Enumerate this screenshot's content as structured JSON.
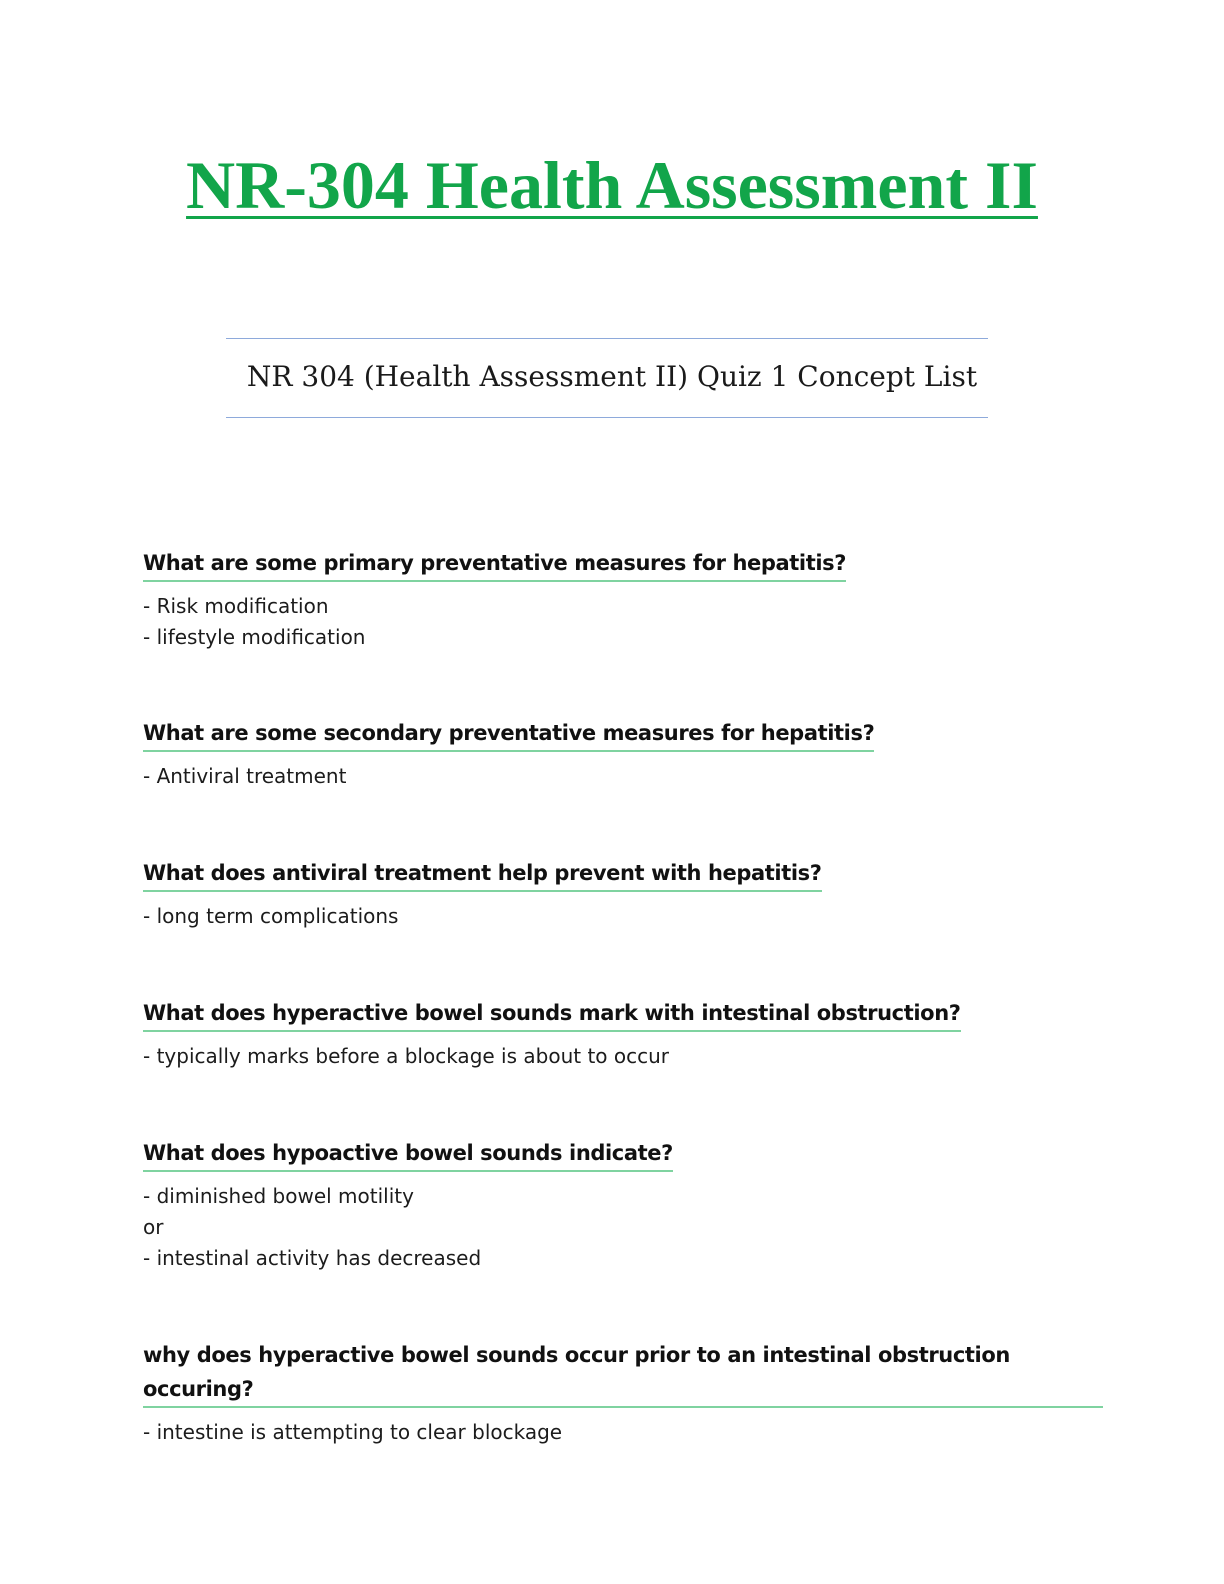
{
  "document": {
    "title": "NR-304 Health Assessment II",
    "subtitle": "NR 304 (Health Assessment II) Quiz 1 Concept List"
  },
  "qa": [
    {
      "question": "What are some primary preventative measures for hepatitis?",
      "answers": [
        "- Risk modification",
        "- lifestyle modification"
      ]
    },
    {
      "question": "What are some secondary preventative measures for hepatitis?",
      "answers": [
        "- Antiviral treatment"
      ]
    },
    {
      "question": "What does antiviral treatment help prevent with hepatitis?",
      "answers": [
        "- long term complications"
      ]
    },
    {
      "question": "What does hyperactive bowel sounds mark with intestinal obstruction?",
      "answers": [
        "- typically marks before a blockage is about to occur"
      ]
    },
    {
      "question": "What does hypoactive bowel sounds indicate?",
      "answers": [
        "- diminished bowel motility",
        "or",
        "- intestinal activity has decreased"
      ]
    },
    {
      "question": "why does hyperactive bowel sounds occur prior to an intestinal obstruction occuring?",
      "answers": [
        "- intestine is attempting to clear blockage"
      ]
    }
  ],
  "colors": {
    "title_green": "#12a54a",
    "rule_blue": "#8eaadb",
    "question_underline": "#7fd3a0",
    "text": "#111111"
  }
}
